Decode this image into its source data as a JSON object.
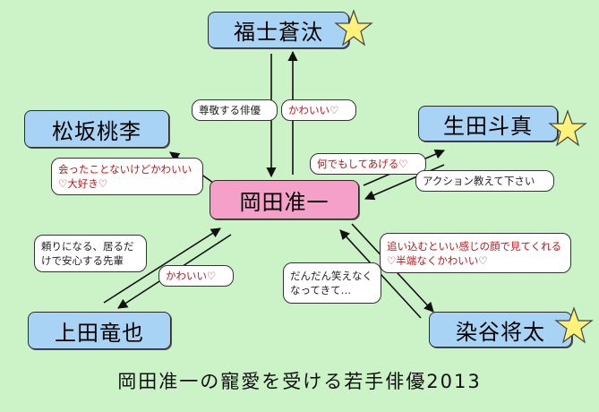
{
  "nodes": {
    "center": "岡田准一",
    "fukushi": "福士蒼汰",
    "matsuzaka": "松坂桃李",
    "ikuta": "生田斗真",
    "ueda": "上田竜也",
    "sometani": "染谷将太"
  },
  "edges": {
    "fukushi_in": "尊敬する俳優",
    "fukushi_out": "かわいい♡",
    "matsuzaka_out": "会ったことないけどかわいい♡大好き♡",
    "ikuta_out": "何でもしてあげる♡",
    "ikuta_in": "アクション教えて下さい",
    "ueda_in": "頼りになる、居るだけで安心する先輩",
    "ueda_out": "かわいい♡",
    "sometani_out": "追い込むといい感じの顔で見てくれる♡半端なくかわいい♡",
    "sometani_in": "だんだん笑えなくなってきて…"
  },
  "caption": "岡田准一の寵愛を受ける若手俳優2013",
  "colors": {
    "background": "#ccf2c8",
    "node": "#a9d3f5",
    "center_node": "#f5a0c8",
    "star": "#fff27a",
    "affection_text": "#c0161b"
  },
  "icons": [
    "star-icon"
  ]
}
